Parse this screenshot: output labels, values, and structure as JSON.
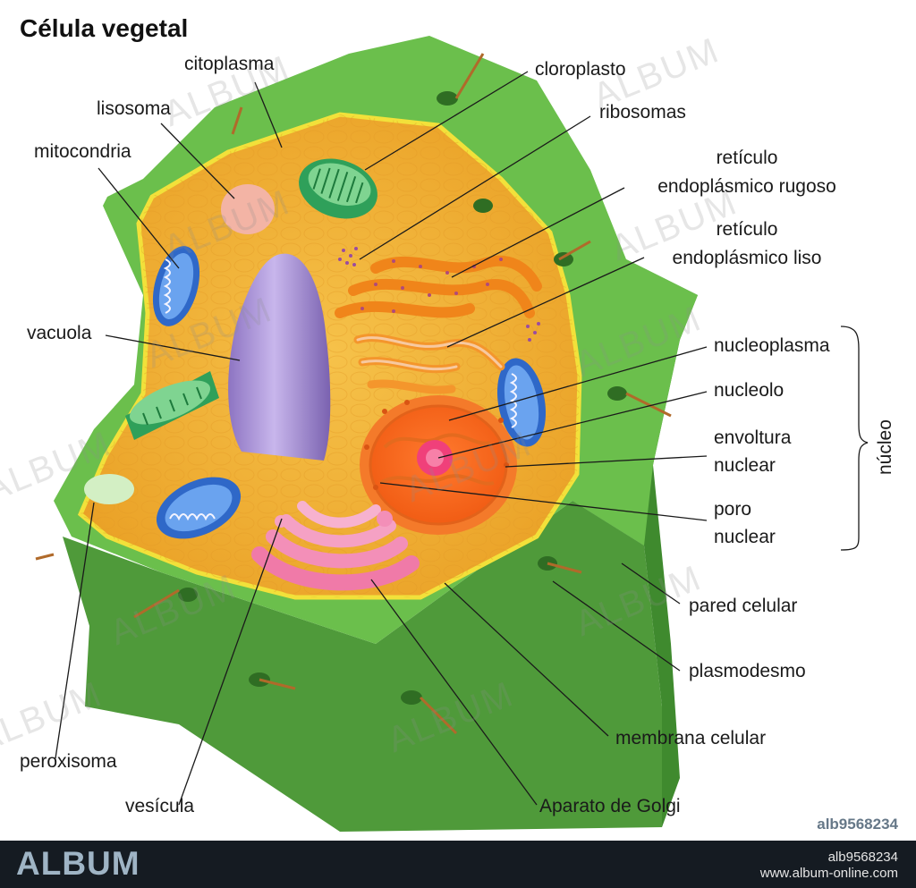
{
  "title": "Célula vegetal",
  "labels": {
    "citoplasma": "citoplasma",
    "lisosoma": "lisosoma",
    "mitocondria": "mitocondria",
    "vacuola": "vacuola",
    "peroxisoma": "peroxisoma",
    "vesicula": "vesícula",
    "cloroplasto": "cloroplasto",
    "ribosomas": "ribosomas",
    "rer_1": "retículo",
    "rer_2": "endoplásmico rugoso",
    "rel_1": "retículo",
    "rel_2": "endoplásmico liso",
    "nucleoplasma": "nucleoplasma",
    "nucleolo": "nucleolo",
    "envoltura_1": "envoltura",
    "envoltura_2": "nuclear",
    "poro_1": "poro",
    "poro_2": "nuclear",
    "nucleo_group": "núcleo",
    "pared": "pared celular",
    "plasmodesmo": "plasmodesmo",
    "membrana": "membrana celular",
    "golgi": "Aparato de Golgi"
  },
  "watermark": "ALBUM",
  "image_id": "alb9568234",
  "footer": {
    "brand": "ALBUM",
    "id": "alb9568234",
    "site": "www.album-online.com"
  }
}
